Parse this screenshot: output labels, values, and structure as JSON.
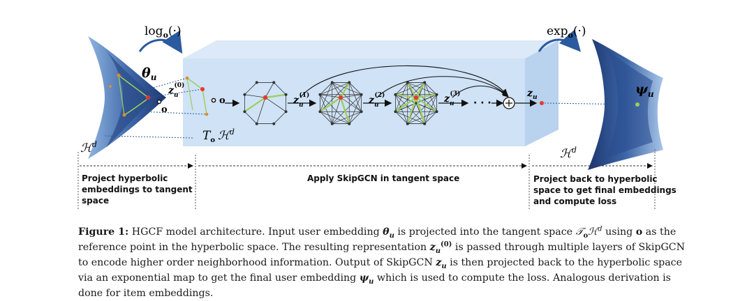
{
  "figure": {
    "log_map": "log",
    "log_sub": "o",
    "log_arg": "(·)",
    "exp_map": "exp",
    "exp_sub": "o",
    "exp_arg": "(·)",
    "theta": "θ",
    "theta_sub": "u",
    "z0": "z",
    "z0_sub": "u",
    "z0_sup": "(0)",
    "z1_sup": "(1)",
    "z2_sup": "(2)",
    "z3_sup": "(3)",
    "z_sub": "u",
    "z_final": "z",
    "psi": "ψ",
    "psi_sub": "u",
    "origin": "o",
    "tangent_T": "T",
    "tangent_sub": "o",
    "tangent_H": "ℋ",
    "tangent_sup": "d",
    "hyper_left_H": "ℋ",
    "hyper_left_sup": "d",
    "hyper_right_H": "ℋ",
    "hyper_right_sup": "d",
    "dots": "· · ·",
    "plus": "+"
  },
  "stages": {
    "left": [
      "Project hyperbolic",
      "embeddings to tangent",
      "space"
    ],
    "middle": "Apply SkipGCN in tangent space",
    "right": [
      "Project back to hyperbolic",
      "space to get final embeddings",
      "and compute loss"
    ]
  },
  "caption": {
    "label": "Figure 1:",
    "part1": " HGCF model architecture. Input user embedding ",
    "theta": "θ",
    "theta_sub": "u",
    "part2": " is projected into the tangent space ",
    "tangent": "𝒯",
    "tangent_sub": "o",
    "tangent_H": "ℋ",
    "tangent_sup": "d",
    "part3": " using ",
    "o": "o",
    "part4": " as the reference point in the hyperbolic space. The resulting representation ",
    "z": "z",
    "z_sub": "u",
    "z_sup": "(0)",
    "part5": " is passed through multiple layers of SkipGCN to encode higher order neighborhood information. Output of SkipGCN ",
    "zu": "z",
    "zu_sub": "u",
    "part6": " is then projected back to the hyperbolic space via an exponential map to get the final user embedding ",
    "psi": "ψ",
    "psi_sub": "u",
    "part7": " which is used to compute the loss. Analogous derivation is done for item embeddings."
  },
  "colors": {
    "box_front": "#cfe2f6",
    "box_top": "#dbe9f8",
    "box_side": "#b9d2ee",
    "hyper_dark": "#1f3d78",
    "hyper_light": "#8fb4e0",
    "node_red": "#e53a2e",
    "edge_green": "#9bcf5a",
    "arrow_blue": "#2b5a9e"
  }
}
